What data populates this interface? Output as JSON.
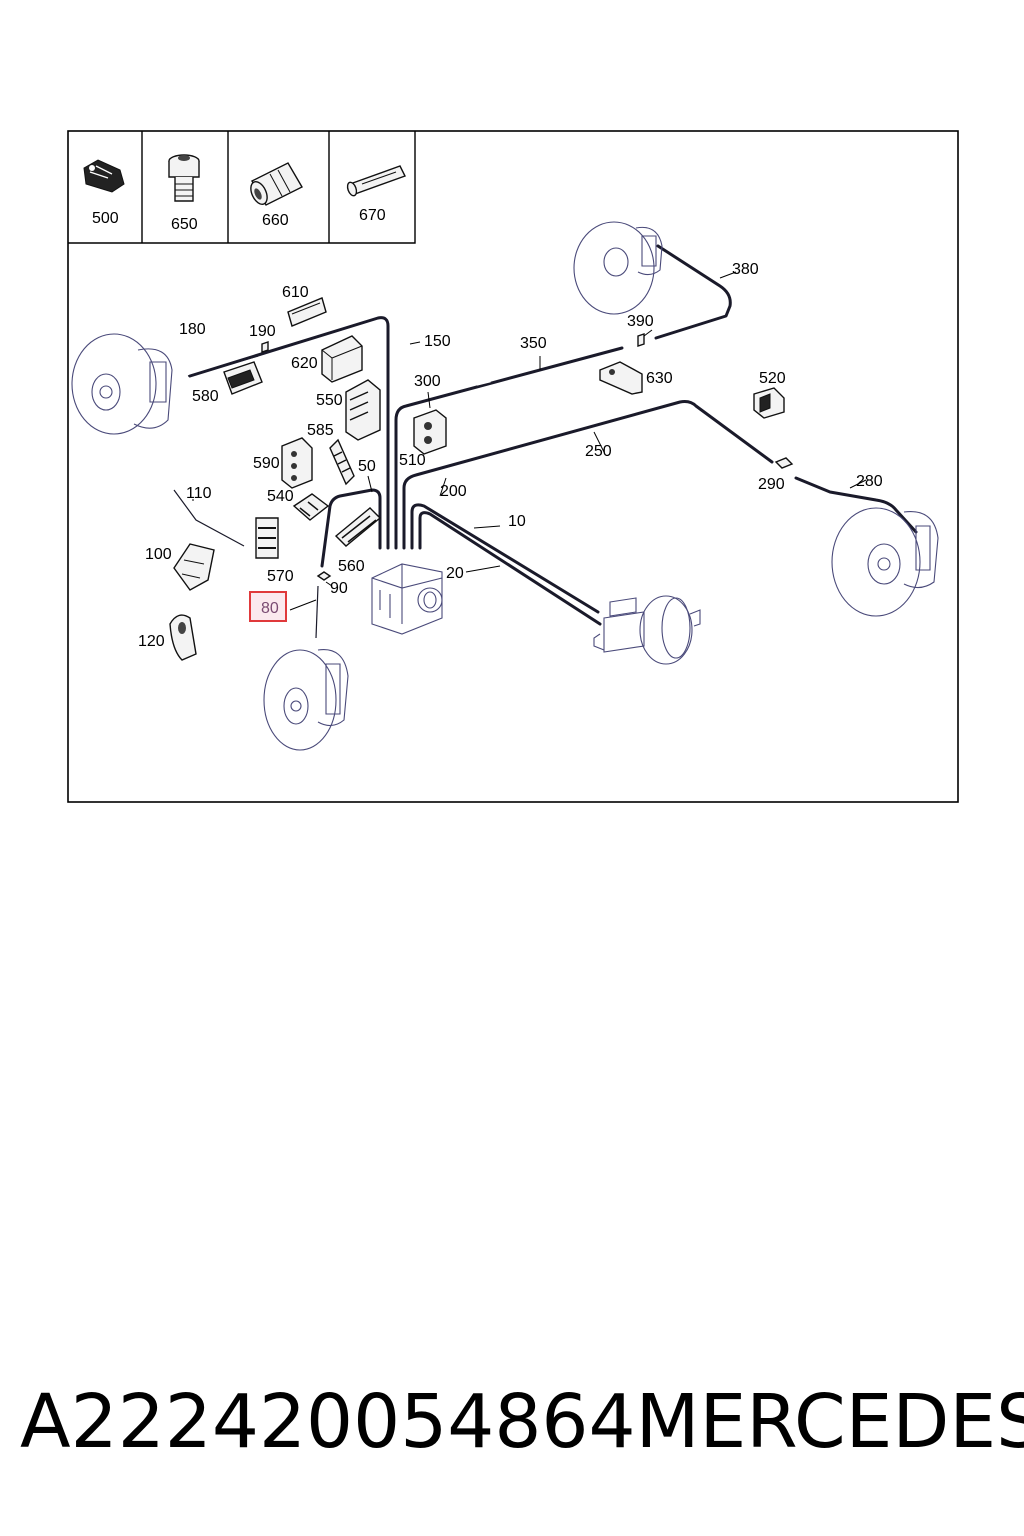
{
  "header_parts": [
    "500",
    "650",
    "660",
    "670"
  ],
  "callouts": {
    "c10": "10",
    "c20": "20",
    "c50": "50",
    "c80": "80",
    "c90": "90",
    "c100": "100",
    "c110": "110",
    "c120": "120",
    "c150": "150",
    "c180": "180",
    "c190": "190",
    "c200": "200",
    "c250": "250",
    "c280": "280",
    "c290": "290",
    "c300": "300",
    "c350": "350",
    "c380": "380",
    "c390": "390",
    "c510": "510",
    "c520": "520",
    "c540": "540",
    "c550": "550",
    "c560": "560",
    "c570": "570",
    "c580": "580",
    "c585": "585",
    "c590": "590",
    "c610": "610",
    "c620": "620",
    "c630": "630"
  },
  "highlighted_callout": "80",
  "highlight_color": "#e0393b",
  "part_number": "A222420054864",
  "brand": "MERCEDES"
}
